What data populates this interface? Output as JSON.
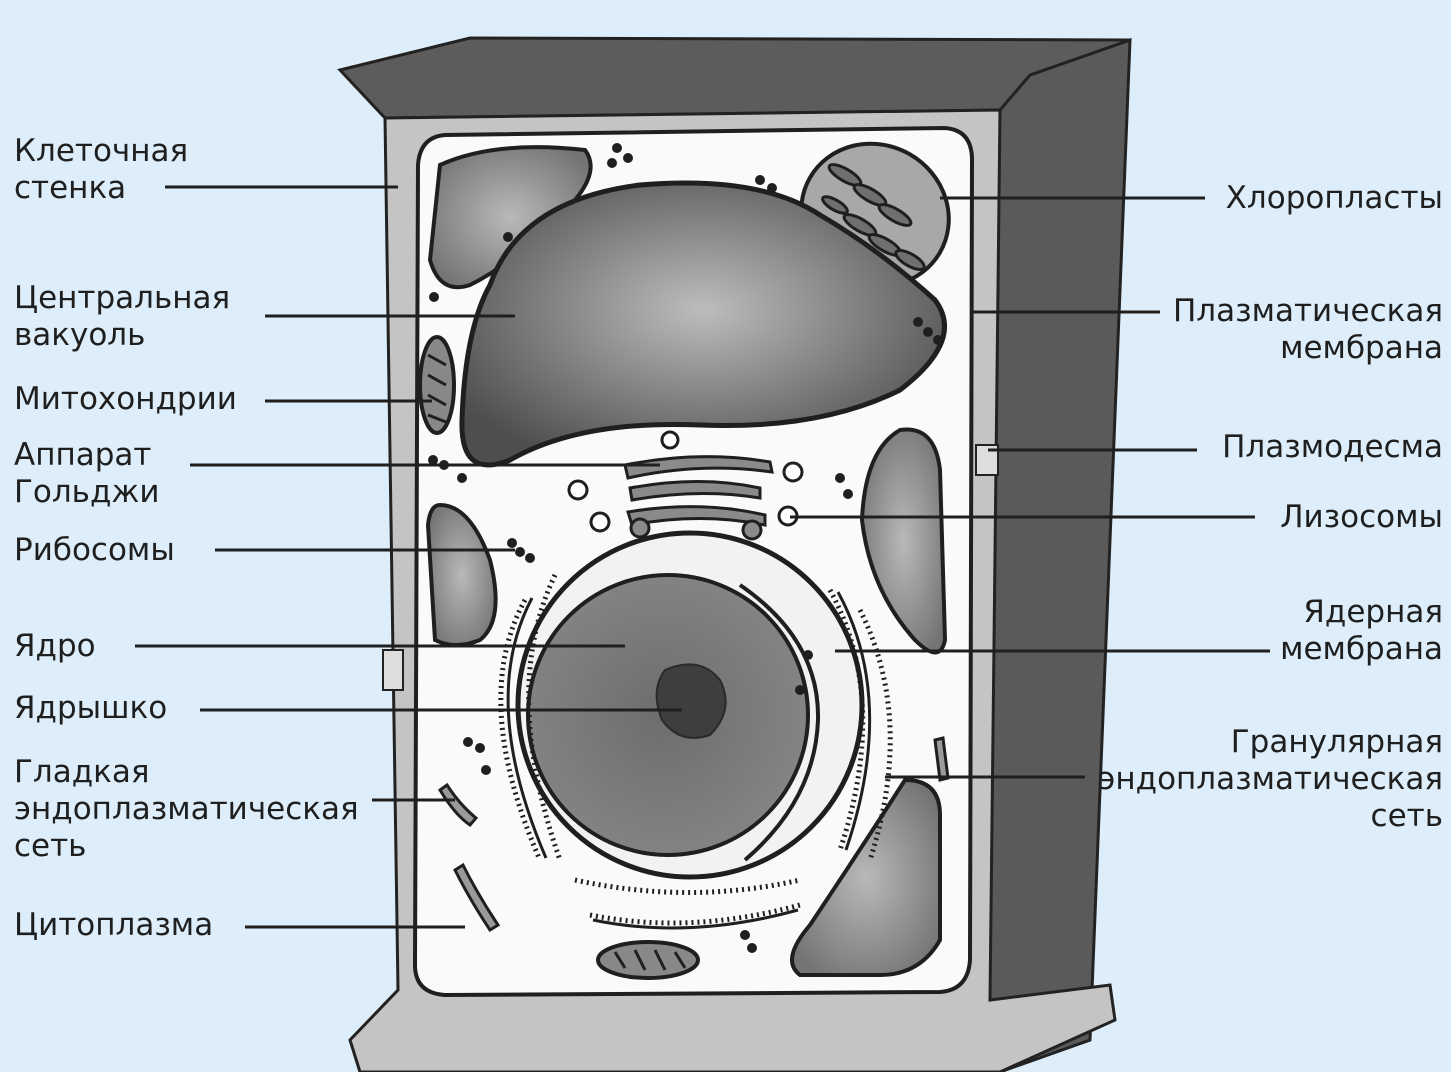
{
  "labels_left": {
    "cell_wall": [
      "Клеточная",
      "стенка"
    ],
    "central_vacuole": [
      "Центральная",
      "вакуоль"
    ],
    "mitochondria": [
      "Митохондрии"
    ],
    "golgi": [
      "Аппарат",
      "Гольджи"
    ],
    "ribosomes": [
      "Рибосомы"
    ],
    "nucleus": [
      "Ядро"
    ],
    "nucleolus": [
      "Ядрышко"
    ],
    "smooth_er": [
      "Гладкая",
      "эндоплазматическая",
      "сеть"
    ],
    "cytoplasm": [
      "Цитоплазма"
    ]
  },
  "labels_right": {
    "chloroplasts": [
      "Хлоропласты"
    ],
    "plasma_membrane": [
      "Плазматическая",
      "мембрана"
    ],
    "plasmodesma": [
      "Плазмодесма"
    ],
    "lysosomes": [
      "Лизосомы"
    ],
    "nuclear_membrane": [
      "Ядерная",
      "мембрана"
    ],
    "rough_er": [
      "Гранулярная",
      "эндоплазматическая",
      "сеть"
    ]
  },
  "colors": {
    "background": "#ddeefa",
    "wall_light": "#c4c4c4",
    "wall_dark": "#5a5a5a",
    "cytoplasm": "#fafafa",
    "organelle": "#8a8a8a",
    "ink": "#1f1f1f"
  }
}
